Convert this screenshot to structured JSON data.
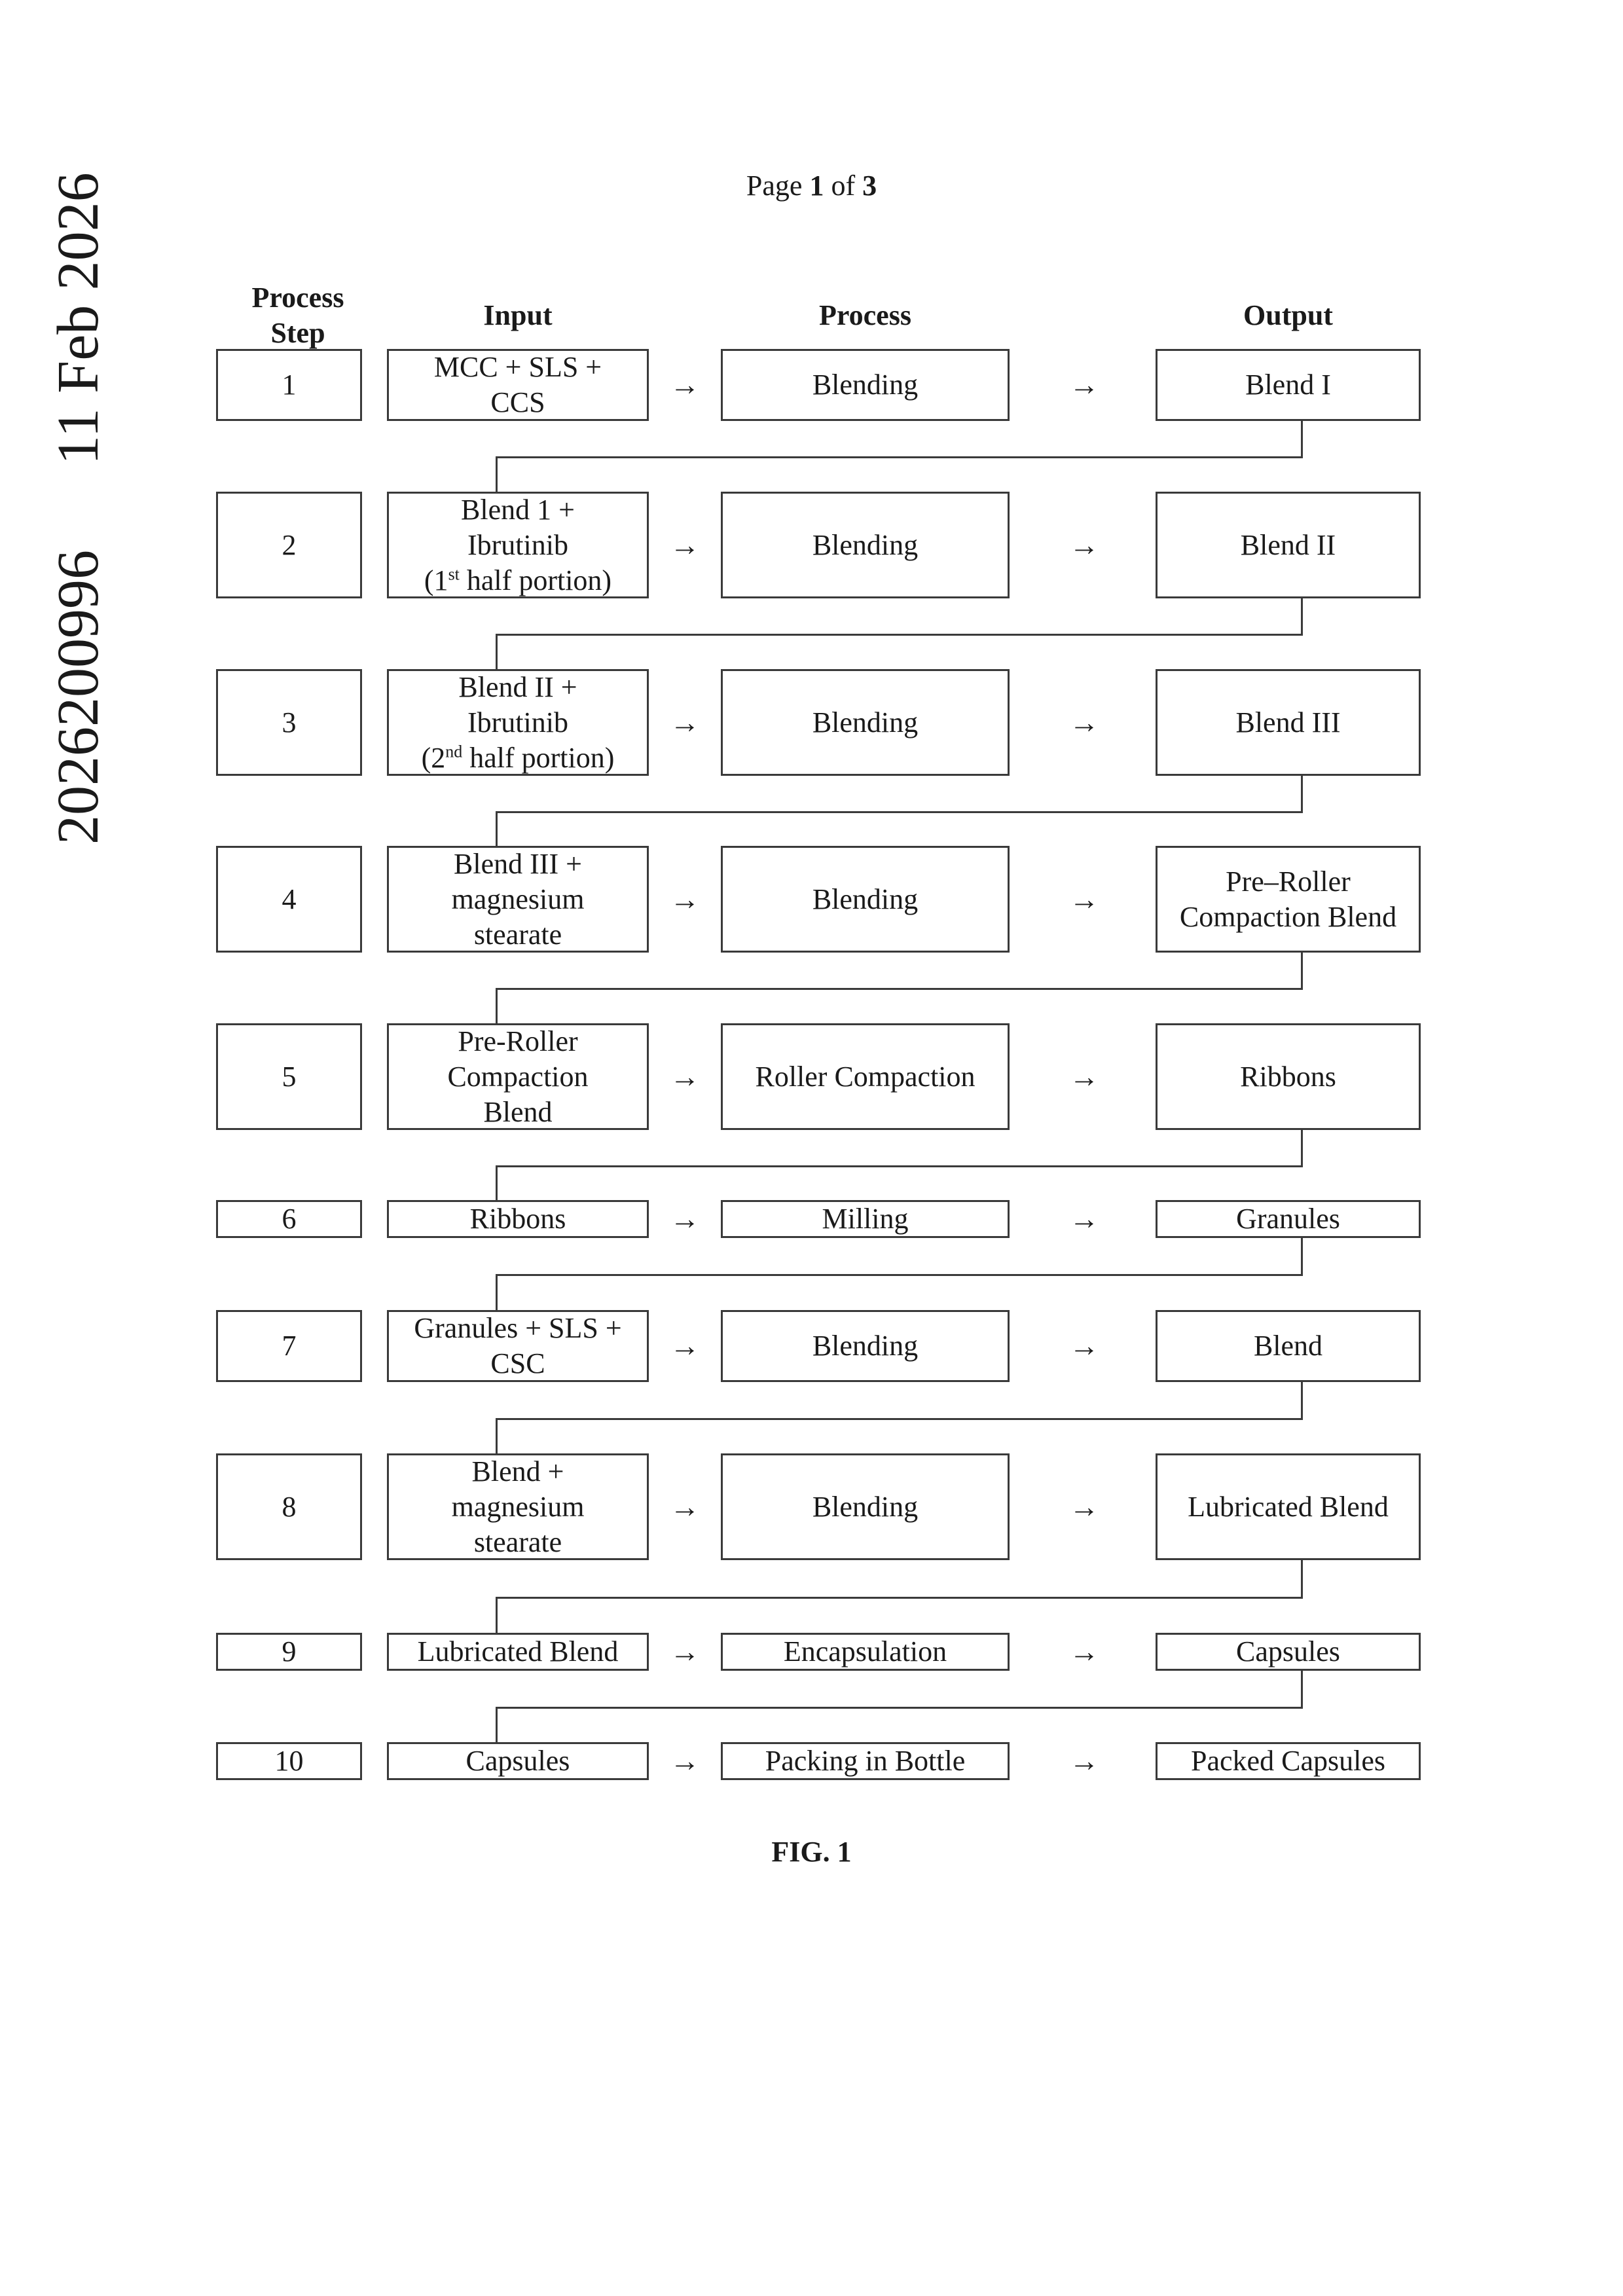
{
  "side_stamp": {
    "number": "2026200996",
    "date": "11 Feb 2026"
  },
  "page": {
    "prefix": "Page",
    "current": "1",
    "middle": "of",
    "total": "3"
  },
  "headers": {
    "step": "Process\nStep",
    "input": "Input",
    "process": "Process",
    "output": "Output"
  },
  "arrow_glyph": "→",
  "steps": [
    {
      "num": "1",
      "input": "MCC + SLS +\nCCS",
      "process": "Blending",
      "output": "Blend I"
    },
    {
      "num": "2",
      "input": "Blend 1 +\nIbrutinib",
      "input_sup_base": "(1",
      "input_sup": "st",
      "input_sup_tail": " half portion)",
      "process": "Blending",
      "output": "Blend II"
    },
    {
      "num": "3",
      "input": "Blend II +\nIbrutinib",
      "input_sup_base": "(2",
      "input_sup": "nd",
      "input_sup_tail": " half portion)",
      "process": "Blending",
      "output": "Blend III"
    },
    {
      "num": "4",
      "input": "Blend III +\nmagnesium\nstearate",
      "process": "Blending",
      "output": "Pre–Roller\nCompaction Blend"
    },
    {
      "num": "5",
      "input": "Pre-Roller\nCompaction\nBlend",
      "process": "Roller Compaction",
      "output": "Ribbons"
    },
    {
      "num": "6",
      "input": "Ribbons",
      "process": "Milling",
      "output": "Granules"
    },
    {
      "num": "7",
      "input": "Granules + SLS +\nCSC",
      "process": "Blending",
      "output": "Blend"
    },
    {
      "num": "8",
      "input": "Blend +\nmagnesium\nstearate",
      "process": "Blending",
      "output": "Lubricated Blend"
    },
    {
      "num": "9",
      "input": "Lubricated Blend",
      "process": "Encapsulation",
      "output": "Capsules"
    },
    {
      "num": "10",
      "input": "Capsules",
      "process": "Packing in Bottle",
      "output": "Packed Capsules"
    }
  ],
  "figure_caption": "FIG. 1"
}
